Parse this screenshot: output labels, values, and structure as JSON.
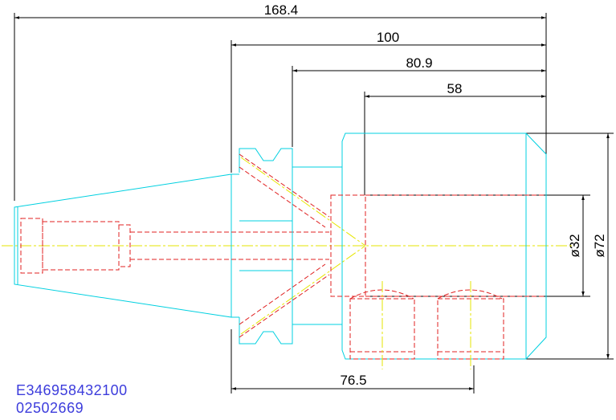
{
  "drawing": {
    "dimensions": {
      "overall_length": "168.4",
      "flange_to_end": "100",
      "body_length": "80.9",
      "bore_depth": "58",
      "collet_length": "76.5",
      "bore_diameter": "ø32",
      "outer_diameter": "ø72"
    },
    "part_code_line1": "E346958432100",
    "part_code_line2": "02502669"
  },
  "colors": {
    "outline": "#00d0e0",
    "hidden": "#e02020",
    "centerline": "#e6e600",
    "dimension": "#000000",
    "code_text": "#3c3cdc"
  }
}
